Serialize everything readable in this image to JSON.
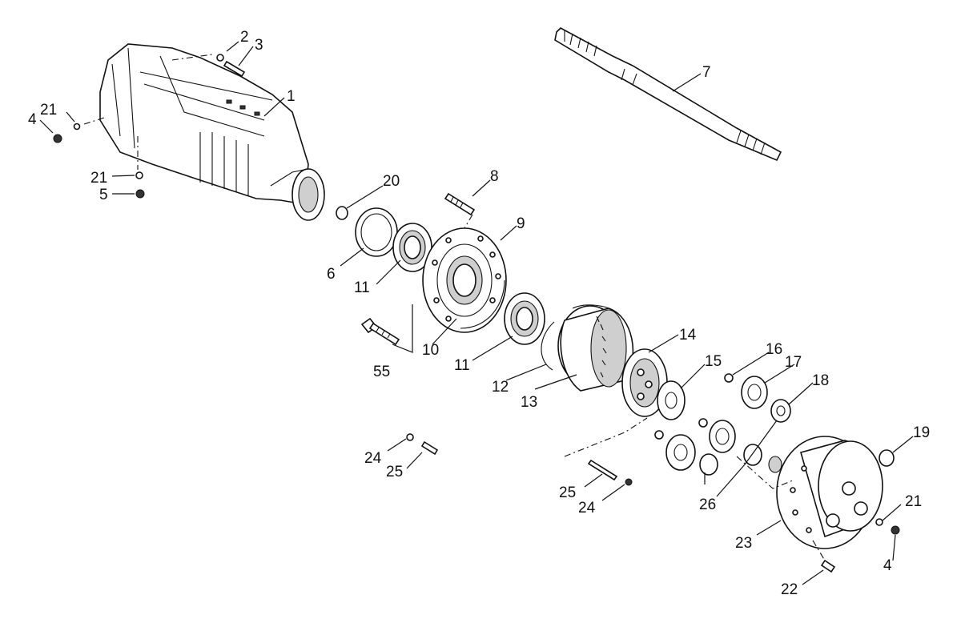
{
  "callouts": {
    "c1": "1",
    "c2": "2",
    "c3": "3",
    "c4a": "4",
    "c4b": "4",
    "c5": "5",
    "c6": "6",
    "c7": "7",
    "c8": "8",
    "c9": "9",
    "c10": "10",
    "c11a": "11",
    "c11b": "11",
    "c12": "12",
    "c13": "13",
    "c14": "14",
    "c15": "15",
    "c16": "16",
    "c17": "17",
    "c18": "18",
    "c19": "19",
    "c20": "20",
    "c21a": "21",
    "c21b": "21",
    "c21c": "21",
    "c22": "22",
    "c23": "23",
    "c24a": "24",
    "c24b": "24",
    "c25a": "25",
    "c25b": "25",
    "c26": "26",
    "c55": "55"
  }
}
